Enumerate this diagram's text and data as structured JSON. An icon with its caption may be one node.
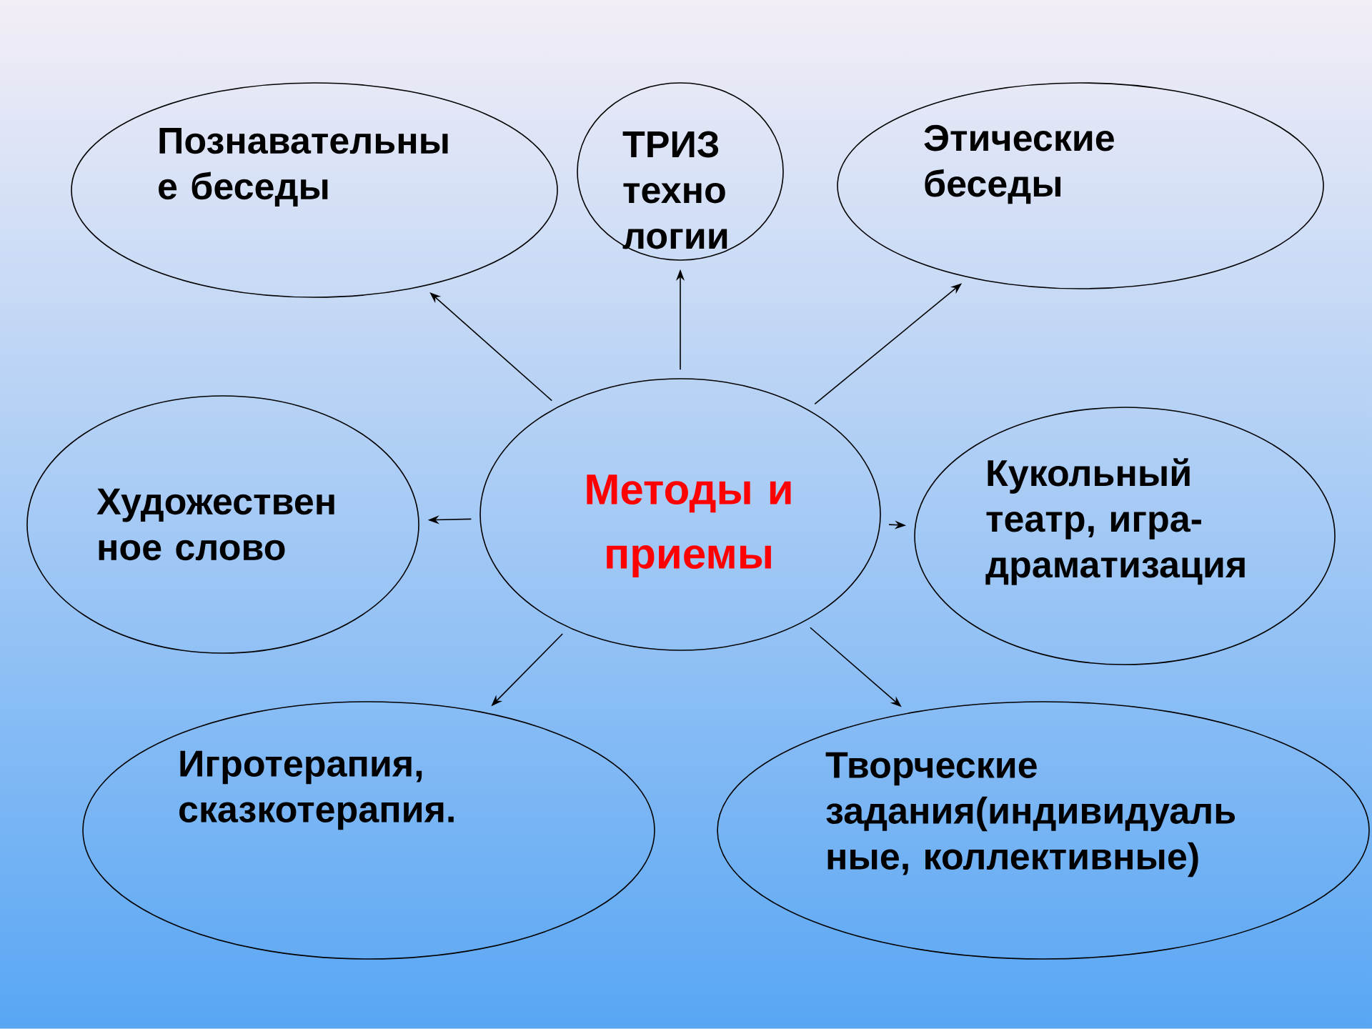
{
  "diagram": {
    "nodes": [
      {
        "text": [
          "Познавательны е беседы"
        ]
      },
      {
        "text": [
          "ТРИЗ техно логии"
        ]
      },
      {
        "text": [
          "Этические беседы"
        ]
      },
      {
        "text": [
          "Художествен ное слово"
        ]
      },
      {
        "text": [
          "Методы и приемы"
        ]
      },
      {
        "text": [
          "Кукольный театр, игра- драматизация"
        ]
      },
      {
        "text": [
          "Игротерапия, сказкотерапия."
        ]
      },
      {
        "text": [
          "Творческие задания(индивидуаль ные, коллективные)"
        ]
      }
    ],
    "edges": [
      {
        "from": 4,
        "to": 0,
        "arrow": "to"
      },
      {
        "from": 4,
        "to": 1,
        "arrow": "to"
      },
      {
        "from": 4,
        "to": 2,
        "arrow": "to"
      },
      {
        "from": 4,
        "to": 3,
        "arrow": "to"
      },
      {
        "from": 4,
        "to": 5,
        "arrow": "to"
      },
      {
        "from": 4,
        "to": 6,
        "arrow": "to"
      },
      {
        "from": 4,
        "to": 7,
        "arrow": "to"
      }
    ]
  }
}
